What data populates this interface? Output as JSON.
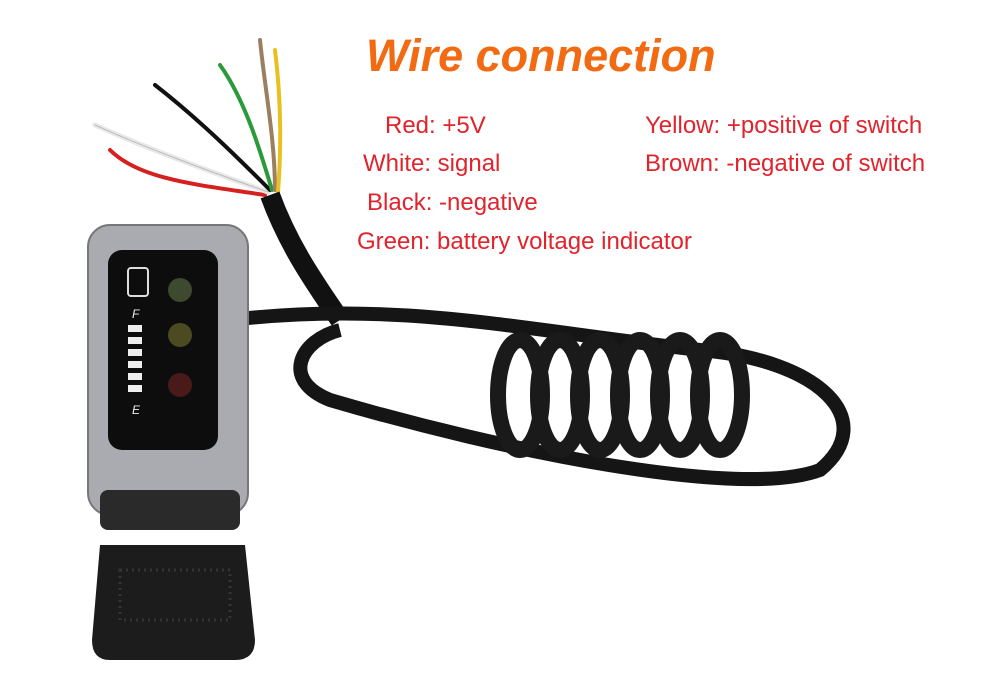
{
  "title": "Wire connection",
  "labels": [
    {
      "color": "Red",
      "text": "Red: +5V"
    },
    {
      "color": "White",
      "text": "White: signal"
    },
    {
      "color": "Black",
      "text": "Black: -negative"
    },
    {
      "color": "Green",
      "text": "Green: battery voltage indicator"
    },
    {
      "color": "Yellow",
      "text": "Yellow: +positive of switch"
    },
    {
      "color": "Brown",
      "text": "Brown: -negative of switch"
    }
  ],
  "device": {
    "gauge_top": "F",
    "gauge_bottom": "E"
  },
  "colors": {
    "title": "#f26a12",
    "label": "#e1232b"
  }
}
